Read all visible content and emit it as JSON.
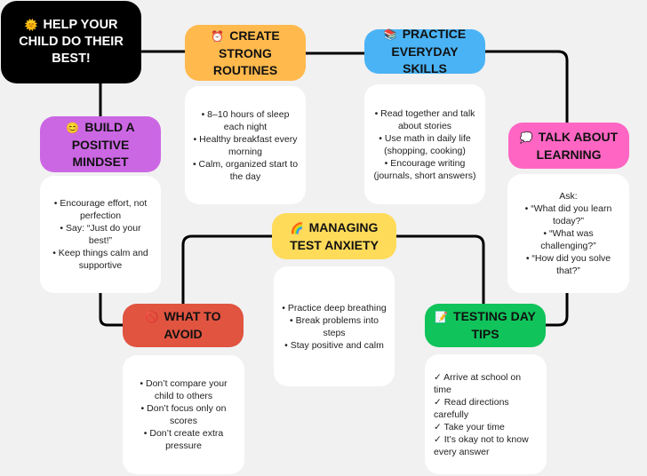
{
  "colors": {
    "background": "#f1f1f1",
    "title": "#000000",
    "routines": "#ffb94d",
    "skills": "#4ab3f5",
    "mindset": "#cc67e4",
    "talk": "#ff66c4",
    "anxiety": "#ffdb5a",
    "avoid": "#e05440",
    "testing": "#10c35a",
    "connector": "#000000"
  },
  "title": {
    "emoji": "🌞",
    "text": "HELP YOUR CHILD DO THEIR BEST!"
  },
  "routines": {
    "emoji": "⏰",
    "heading": "CREATE STRONG ROUTINES",
    "items": [
      "• 8–10 hours of sleep each night",
      "• Healthy breakfast every morning",
      "• Calm, organized start to the day"
    ]
  },
  "skills": {
    "emoji": "📚",
    "heading": "PRACTICE EVERYDAY SKILLS",
    "items": [
      "• Read together and talk about stories",
      "• Use math in daily life (shopping, cooking)",
      "• Encourage writing (journals, short answers)"
    ]
  },
  "mindset": {
    "emoji": "😊",
    "heading": "BUILD A POSITIVE MINDSET",
    "items": [
      "• Encourage effort, not perfection",
      "• Say: “Just do your best!”",
      "• Keep things calm and supportive"
    ]
  },
  "talk": {
    "emoji": "💭",
    "heading": "TALK ABOUT LEARNING",
    "items": [
      "Ask:",
      "• “What did you learn today?”",
      "• “What was challenging?”",
      "• “How did you solve that?”"
    ]
  },
  "anxiety": {
    "emoji": "🌈",
    "heading": "MANAGING TEST ANXIETY",
    "items": [
      "• Practice deep breathing",
      "• Break problems into steps",
      "• Stay positive and calm"
    ]
  },
  "avoid": {
    "emoji": "🚫",
    "heading": "WHAT TO AVOID",
    "items": [
      "• Don’t compare your child to others",
      "• Don’t focus only on scores",
      "• Don’t create extra pressure"
    ]
  },
  "testing": {
    "emoji": "📝",
    "heading": "TESTING DAY TIPS",
    "items": [
      "✓ Arrive at school on time",
      "✓ Read directions carefully",
      "✓ Take your time",
      "✓ It’s okay not to know every answer"
    ]
  }
}
